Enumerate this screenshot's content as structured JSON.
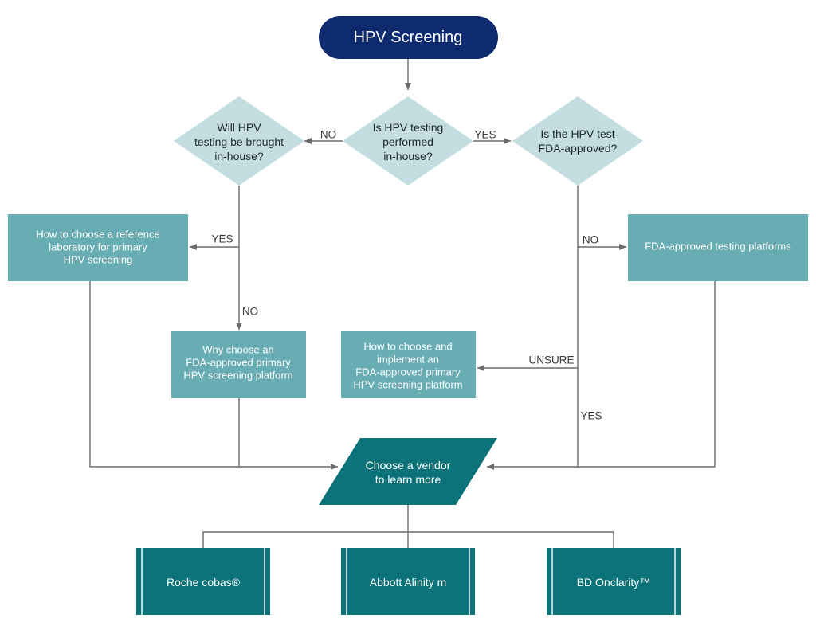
{
  "diagram": {
    "start": {
      "label": "HPV Screening",
      "color": "#0d2b6e"
    },
    "decisions": {
      "in_house": [
        "Is HPV testing",
        "performed",
        "in-house?"
      ],
      "brought_in_house": [
        "Will HPV",
        "testing be brought",
        "in-house?"
      ],
      "fda_approved": [
        "Is the HPV test",
        "FDA-approved?"
      ]
    },
    "boxes": {
      "reference_lab": [
        "How to choose a reference",
        "laboratory for primary",
        "HPV screening"
      ],
      "why_fda": [
        "Why choose an",
        "FDA-approved primary",
        "HPV screening platform"
      ],
      "how_to_choose": [
        "How to choose and",
        "implement an",
        "FDA-approved primary",
        "HPV screening platform"
      ],
      "fda_platforms": [
        "FDA-approved testing platforms"
      ]
    },
    "vendor_prompt": [
      "Choose a vendor",
      "to learn more"
    ],
    "vendors": [
      "Roche cobas®",
      "Abbott Alinity m",
      "BD Onclarity™"
    ],
    "edge_labels": {
      "no_left": "NO",
      "yes_right": "YES",
      "yes_reference": "YES",
      "no_why": "NO",
      "no_fda": "NO",
      "unsure": "UNSURE",
      "yes_vendor": "YES"
    },
    "colors": {
      "diamond": "#c4dde0",
      "box": "#68adb3",
      "dark_teal": "#0b7379",
      "line": "#6b6b6b"
    }
  }
}
